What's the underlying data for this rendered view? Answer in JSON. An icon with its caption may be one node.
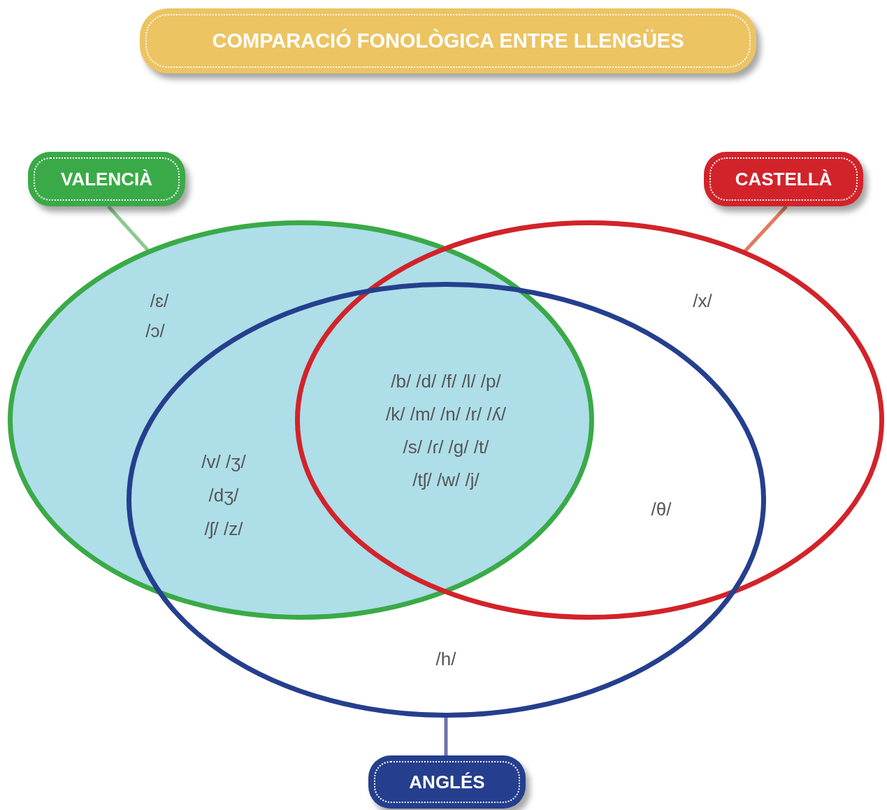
{
  "diagram": {
    "title": "COMPARACIÓ FONOLÒGICA ENTRE LLENGÜES",
    "nodes": [
      {
        "text": [
          "VALENCIÀ"
        ]
      },
      {
        "text": [
          "CASTELLÀ"
        ]
      },
      {
        "text": [
          "ANGLÉS"
        ]
      },
      {
        "text": [],
        "shape": "ellipse"
      },
      {
        "text": [],
        "shape": "ellipse"
      },
      {
        "text": [],
        "shape": "ellipse"
      }
    ],
    "edges": [
      {
        "from": 0,
        "to": 3,
        "arrow": "none"
      },
      {
        "from": 1,
        "to": 4,
        "arrow": "none"
      },
      {
        "from": 2,
        "to": 5,
        "arrow": "none"
      }
    ],
    "labels": [
      "/ɛ/",
      "/ɔ/",
      "/x/",
      "/b/ /d/ /f/ /l/ /p/",
      "/k/ /m/ /n/ /r/ /ʎ/",
      "/s/ /ɾ/ /g/ /t/",
      "/v/ /ʒ/",
      "/tʃ/ /w/ /j/",
      "/dʒ/",
      "/θ/",
      "/ʃ/ /z/",
      "/h/"
    ]
  }
}
